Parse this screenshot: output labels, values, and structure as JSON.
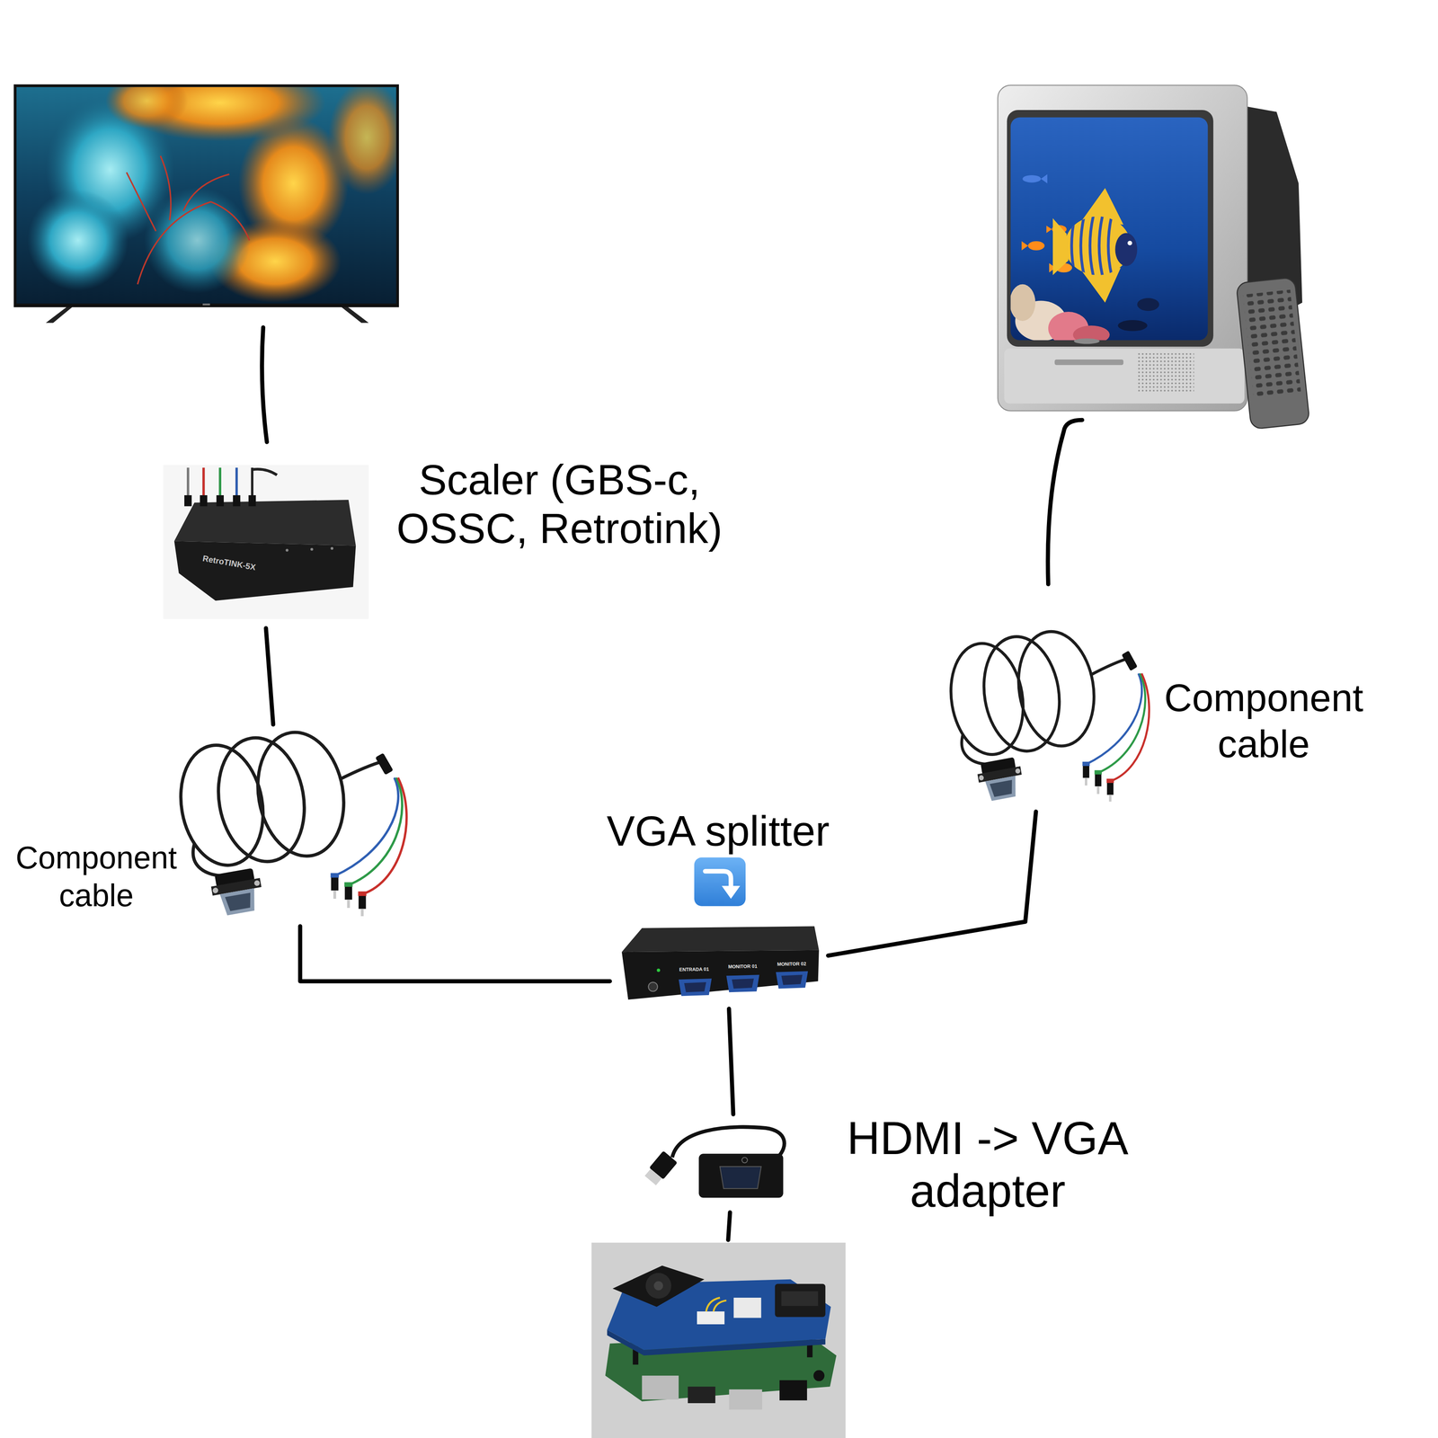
{
  "diagram": {
    "nodes": [
      {
        "text": [
          "Scaler (GBS-c, OSSC, Retrotink)"
        ]
      },
      {
        "text": [
          "Component cable"
        ]
      },
      {
        "text": [
          "Component cable"
        ]
      },
      {
        "text": [
          "VGA splitter"
        ]
      },
      {
        "text": [
          "HDMI -> VGA adapter"
        ]
      }
    ],
    "edges": [
      {
        "from": 4,
        "to": 3,
        "arrow": "none"
      },
      {
        "from": 3,
        "to": 2,
        "arrow": "none"
      },
      {
        "from": 3,
        "to": 1,
        "arrow": "none"
      },
      {
        "from": 2,
        "to": 0,
        "arrow": "none"
      }
    ],
    "labels": [
      "RetroTINK-5X",
      "ENTRADA 01",
      "MONITOR 01",
      "MONITOR 02"
    ]
  }
}
